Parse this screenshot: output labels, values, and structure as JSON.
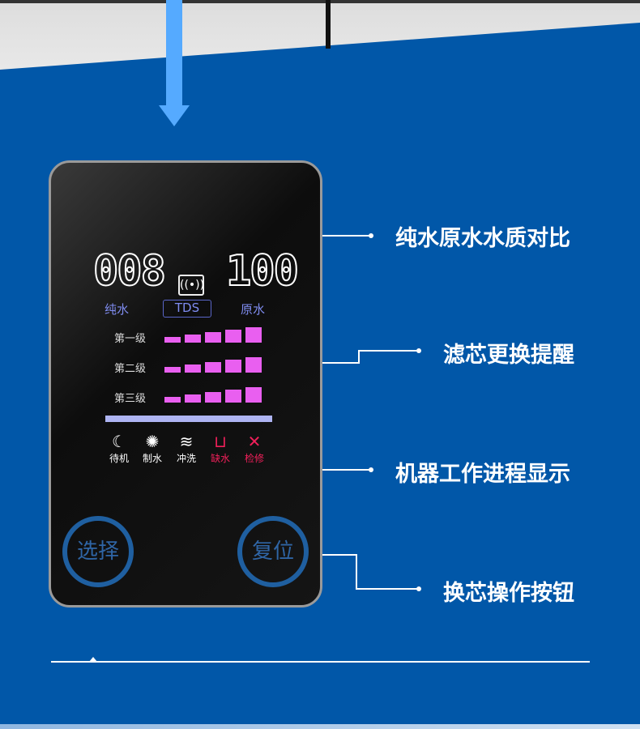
{
  "display": {
    "pure_tds": "008",
    "raw_tds": "100",
    "pure_label": "纯水",
    "tds_label": "TDS",
    "raw_label": "原水"
  },
  "filters": [
    {
      "label": "第一级",
      "level": 5
    },
    {
      "label": "第二级",
      "level": 5
    },
    {
      "label": "第三级",
      "level": 5
    }
  ],
  "progress": 1.0,
  "status": [
    {
      "icon": "moon-icon",
      "glyph": "☾",
      "label": "待机"
    },
    {
      "icon": "sun-icon",
      "glyph": "✺",
      "label": "制水"
    },
    {
      "icon": "waves-icon",
      "glyph": "≋",
      "label": "冲洗"
    },
    {
      "icon": "tank-icon",
      "glyph": "⊔",
      "label": "缺水"
    },
    {
      "icon": "wrench-icon",
      "glyph": "✕",
      "label": "检修"
    }
  ],
  "buttons": {
    "select": "选择",
    "reset": "复位"
  },
  "callouts": [
    "纯水原水水质对比",
    "滤芯更换提醒",
    "机器工作进程显示",
    "换芯操作按钮"
  ],
  "colors": {
    "background": "#0157a8",
    "bars": "#e95ff0",
    "alert": "#f0205a",
    "arrow": "#55aaff"
  }
}
